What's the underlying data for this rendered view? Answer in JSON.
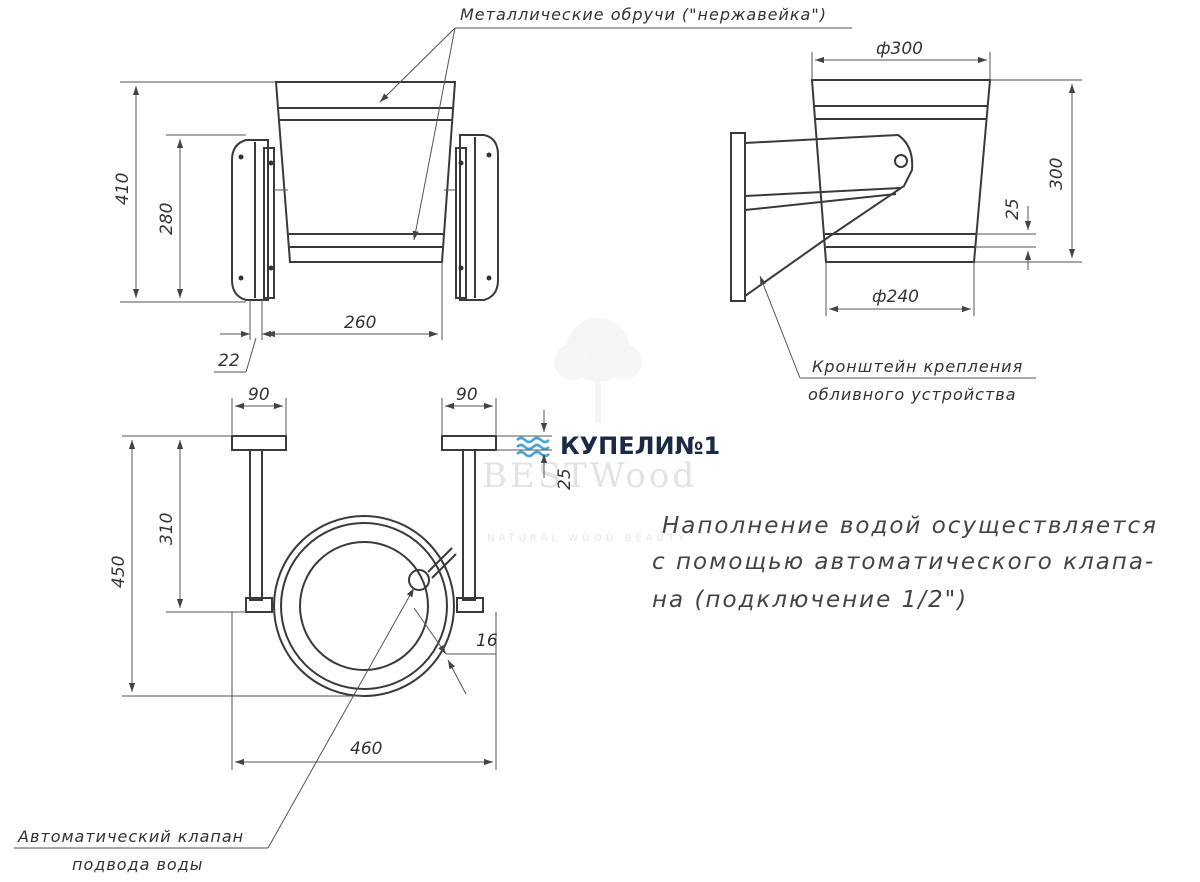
{
  "labels": {
    "hoops": "Металлические обручи (\"нержавейка\")",
    "bracket_line1": "Кронштейн крепления",
    "bracket_line2": "обливного устройства",
    "valve_line1": "Автоматический клапан",
    "valve_line2": "подвода воды"
  },
  "note": {
    "line1": "Наполнение водой осуществляется",
    "line2": "с помощью автоматического клапа-",
    "line3": "на (подключение 1/2\")"
  },
  "dimensions": {
    "front_total_height": "410",
    "front_mount_height": "280",
    "front_width": "260",
    "front_side": "22",
    "side_top_diameter": "ф300",
    "side_height": "300",
    "side_ring": "25",
    "side_bottom_diameter": "ф240",
    "plan_left_mount": "90",
    "plan_right_mount": "90",
    "plan_offset": "25",
    "plan_total": "450",
    "plan_arm": "310",
    "plan_wall": "16",
    "plan_width": "460"
  },
  "watermark": {
    "brand": "КУПЕЛИ№1",
    "sub": "BESTWood",
    "tag": "NATURAL WOOD BEAUTY"
  }
}
